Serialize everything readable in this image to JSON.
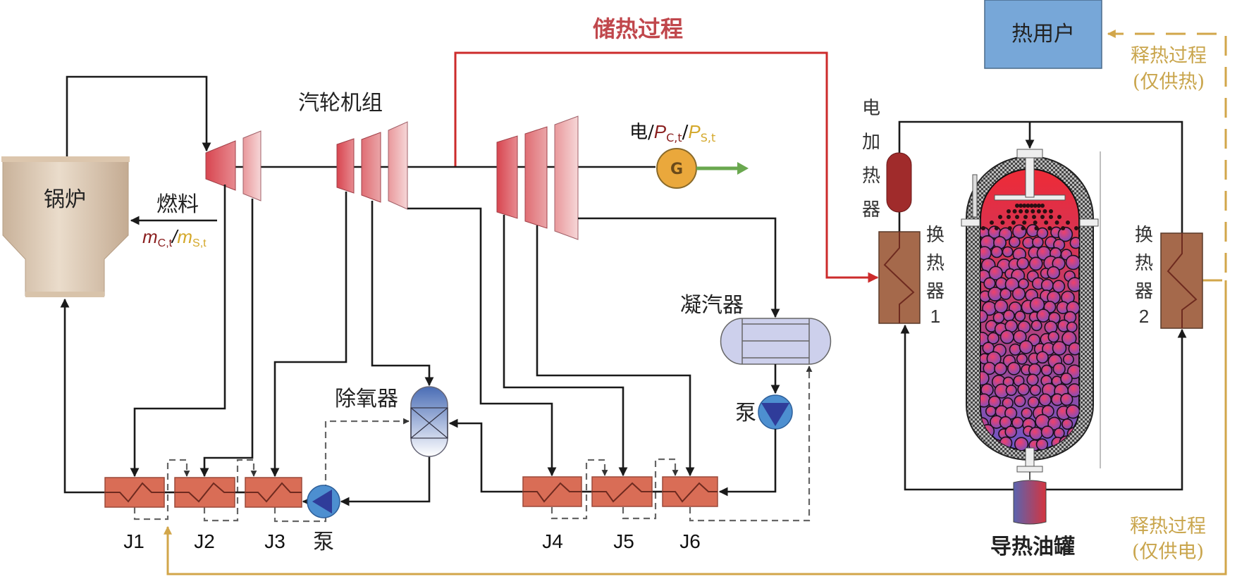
{
  "title": "储热过程",
  "labels": {
    "boiler": "锅炉",
    "fuel": "燃料",
    "fuel_var_c": "m",
    "fuel_var_c_sub": "C,t",
    "fuel_var_sep": "/",
    "fuel_var_s": "m",
    "fuel_var_s_sub": "S,t",
    "turbine_group": "汽轮机组",
    "power_prefix": "电/",
    "power_var_c": "P",
    "power_var_c_sub": "C,t",
    "power_var_sep": "/",
    "power_var_s": "P",
    "power_var_s_sub": "S,t",
    "generator": "G",
    "condenser": "凝汽器",
    "pump_condensate": "泵",
    "pump_feed": "泵",
    "deaerator": "除氧器",
    "heat_user": "热用户",
    "electric_heater": [
      "电",
      "加",
      "热",
      "器"
    ],
    "hx1": [
      "换",
      "热",
      "器",
      "1"
    ],
    "hx2": [
      "换",
      "热",
      "器",
      "2"
    ],
    "oil_tank": "导热油罐",
    "release_heat_only_1": "释热过程",
    "release_heat_only_2": "(仅供热)",
    "release_power_only_1": "释热过程",
    "release_power_only_2": "(仅供电)"
  },
  "heaters": [
    "J1",
    "J2",
    "J3",
    "J4",
    "J5",
    "J6"
  ],
  "colors": {
    "storage_line": "#cc2b2b",
    "release_line": "#d2a64a",
    "generator_fill": "#eaa83c",
    "power_arrow": "#6aa84f",
    "heat_user_fill": "#77a7d8",
    "var_c_color": "#8a1f1f",
    "var_s_color": "#d4a82a"
  }
}
